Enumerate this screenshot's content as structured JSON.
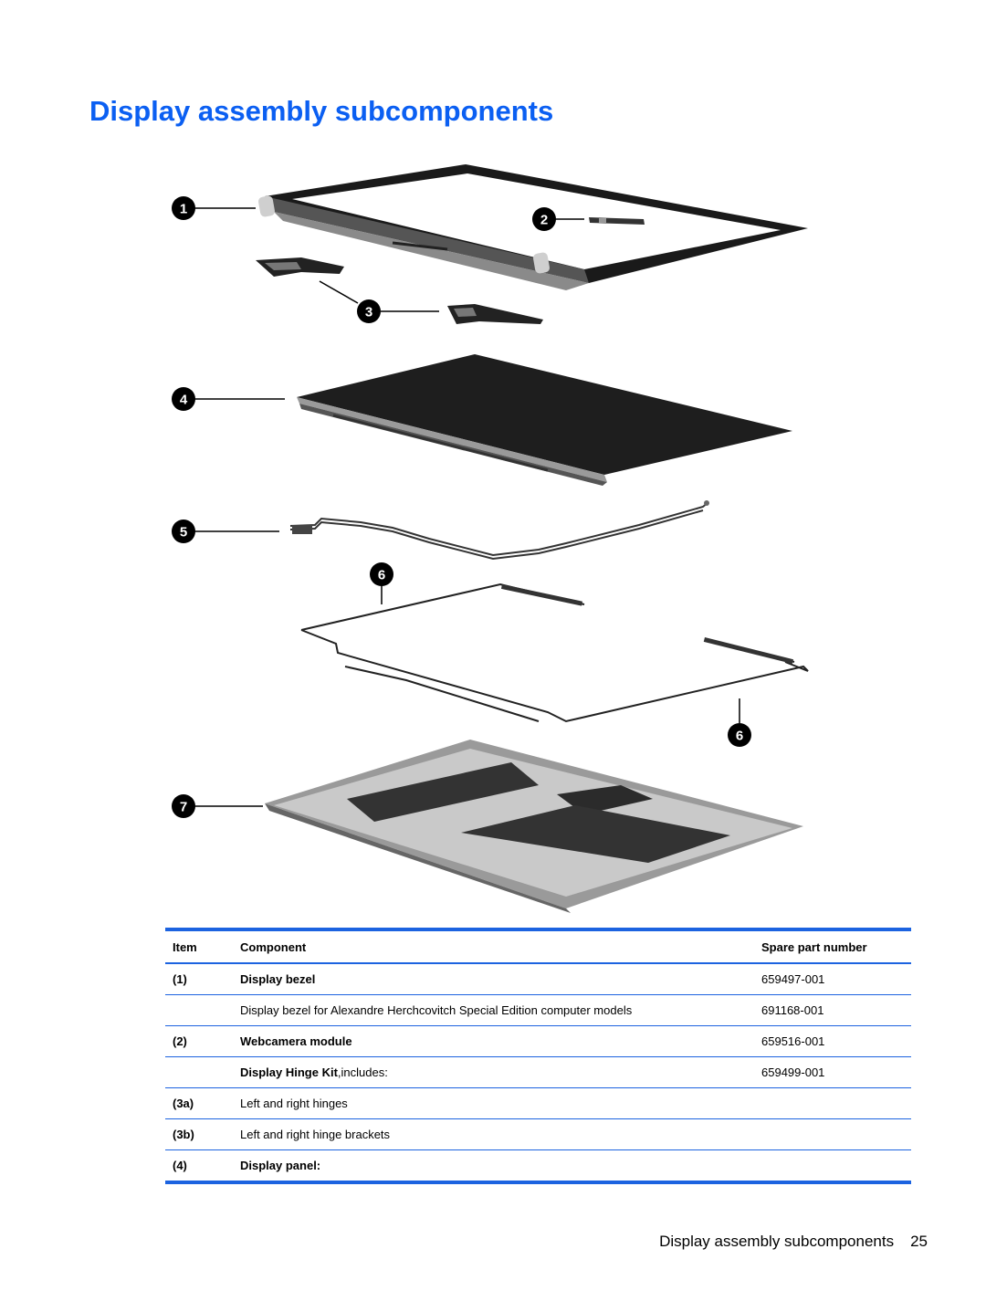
{
  "title": "Display assembly subcomponents",
  "figure": {
    "callouts": [
      "1",
      "2",
      "3",
      "4",
      "5",
      "6",
      "7"
    ]
  },
  "table": {
    "headers": {
      "item": "Item",
      "component": "Component",
      "part": "Spare part number"
    },
    "rows": [
      {
        "item": "(1)",
        "component": "Display bezel",
        "component_bold": true,
        "suffix": "",
        "part": "659497-001"
      },
      {
        "item": "",
        "component": "Display bezel for Alexandre Herchcovitch Special Edition computer models",
        "component_bold": false,
        "suffix": "",
        "part": "691168-001"
      },
      {
        "item": "(2)",
        "component": "Webcamera module",
        "component_bold": true,
        "suffix": "",
        "part": "659516-001"
      },
      {
        "item": "",
        "component": "Display Hinge Kit",
        "component_bold": true,
        "suffix": ",includes:",
        "part": "659499-001"
      },
      {
        "item": "(3a)",
        "component": "Left and right hinges",
        "component_bold": false,
        "suffix": "",
        "part": ""
      },
      {
        "item": "(3b)",
        "component": "Left and right hinge brackets",
        "component_bold": false,
        "suffix": "",
        "part": ""
      },
      {
        "item": "(4)",
        "component": "Display panel:",
        "component_bold": true,
        "suffix": "",
        "part": ""
      }
    ]
  },
  "footer": {
    "section": "Display assembly subcomponents",
    "page": "25"
  },
  "colors": {
    "title": "#0b5ff2",
    "rule": "#1c63e0"
  }
}
